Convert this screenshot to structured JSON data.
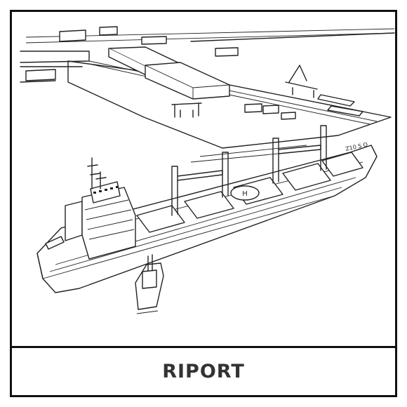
{
  "caption": {
    "text": "RIPORT"
  },
  "illustration": {
    "hull_marking": "Z10 S O",
    "helipad_mark": "H"
  }
}
